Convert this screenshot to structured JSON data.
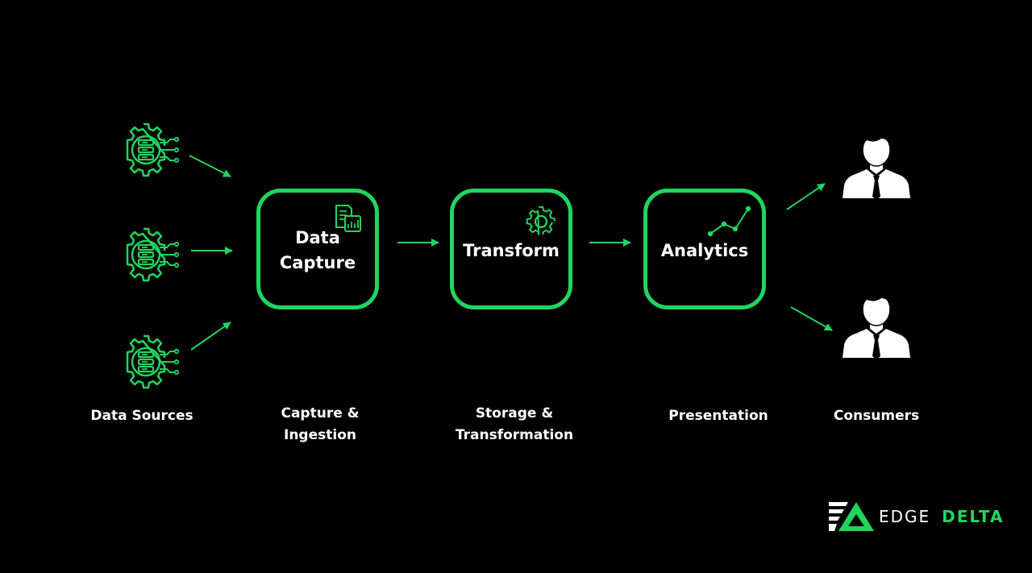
{
  "colors": {
    "background": "#000000",
    "accent": "#1fd65f",
    "text": "#ffffff"
  },
  "stages": [
    {
      "title": "Data\nCapture",
      "icon": "document-chart-icon"
    },
    {
      "title": "Transform",
      "icon": "gear-icon"
    },
    {
      "title": "Analytics",
      "icon": "line-chart-icon"
    }
  ],
  "captions": {
    "sources": "Data Sources",
    "capture": "Capture &\nIngestion",
    "storage": "Storage &\nTransformation",
    "presentation": "Presentation",
    "consumers": "Consumers"
  },
  "source_icons": [
    "database-gear-icon",
    "database-gear-icon",
    "database-gear-icon"
  ],
  "consumer_icons": [
    "businessman-icon",
    "businessman-icon"
  ],
  "brand": {
    "logo_icon": "edge-delta-logo-icon",
    "word1": "EDGE",
    "word2": "DELTA"
  }
}
